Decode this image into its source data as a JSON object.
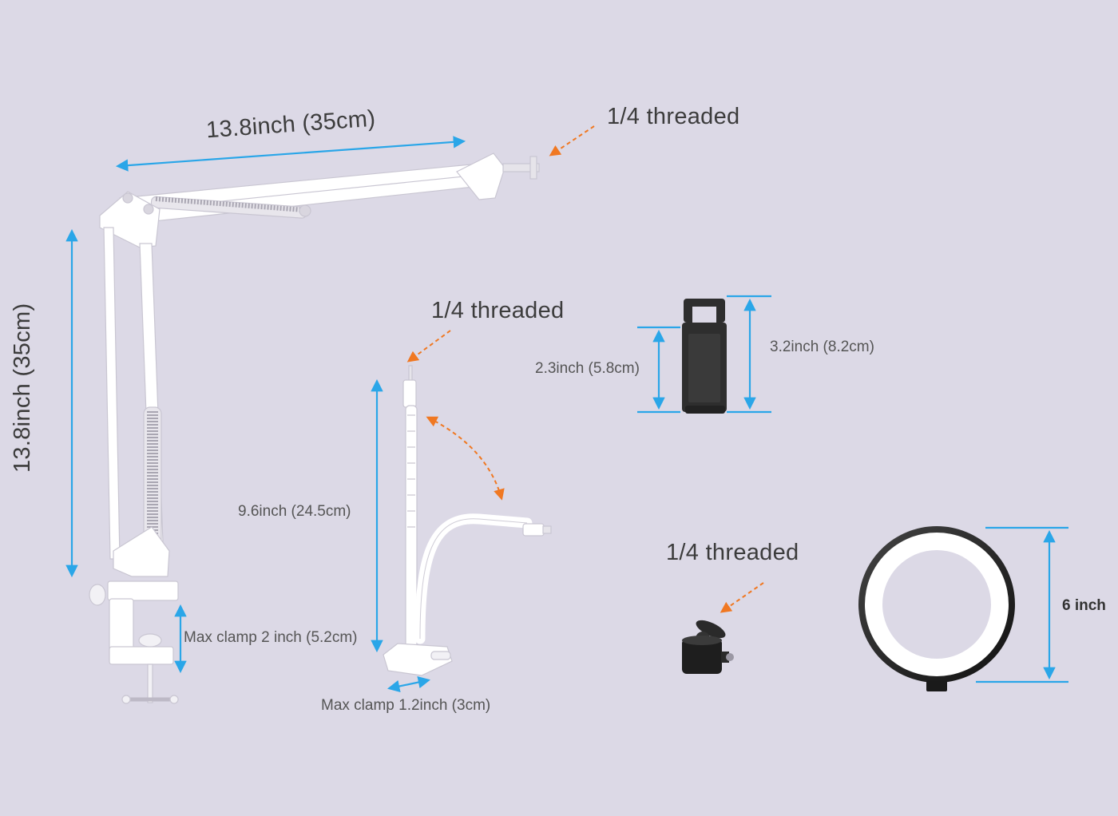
{
  "colors": {
    "background": "#dcd9e6",
    "dimension_arrow": "#2aa6e8",
    "pointer_arrow": "#f07822",
    "product_white": "#ffffff",
    "phone_clip": "#2e2e2e"
  },
  "labels": {
    "arm_length": "13.8inch (35cm)",
    "arm_height": "13.8inch (35cm)",
    "arm_thread": "1/4 threaded",
    "gooseneck_thread": "1/4 threaded",
    "gooseneck_length": "9.6inch (24.5cm)",
    "arm_clamp": "Max clamp 2 inch (5.2cm)",
    "gooseneck_clamp": "Max clamp 1.2inch (3cm)",
    "clip_min": "2.3inch (5.8cm)",
    "clip_max": "3.2inch (8.2cm)",
    "ballhead_thread": "1/4 threaded",
    "ring_diameter": "6 inch"
  },
  "parts": {
    "scissor_arm": "scissor-arm-stand",
    "gooseneck": "gooseneck-holder",
    "phone_clip": "phone-clip",
    "ball_head": "ball-head-mount",
    "ring_light": "ring-light"
  }
}
